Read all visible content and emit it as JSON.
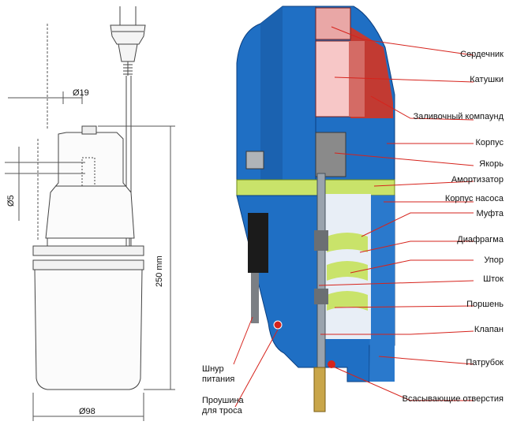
{
  "dimensions": {
    "d19": "Ø19",
    "d5": "Ø5",
    "d98": "Ø98",
    "h250": "250 mm"
  },
  "labels": {
    "core": "Сердечник",
    "coils": "Катушки",
    "compound": "Заливочный компаунд",
    "housing": "Корпус",
    "anchor": "Якорь",
    "shock_absorber": "Амортизатор",
    "pump_housing": "Корпус насоса",
    "coupling": "Муфта",
    "diaphragm": "Диафрагма",
    "stop": "Упор",
    "rod": "Шток",
    "piston": "Поршень",
    "valve": "Клапан",
    "nozzle": "Патрубок",
    "intake_holes": "Всасывающие отверстия",
    "power_cord": "Шнур питания",
    "cable_loop": "Проушина для троса"
  },
  "colors": {
    "body_blue": "#1f6fc4",
    "body_dark": "#0d4f9a",
    "coil_pink": "#f7c7c7",
    "coil_dark": "#b8312a",
    "compound_red": "#c23a32",
    "insulator_green": "#c9e36a",
    "leader_red": "#d6231c"
  }
}
